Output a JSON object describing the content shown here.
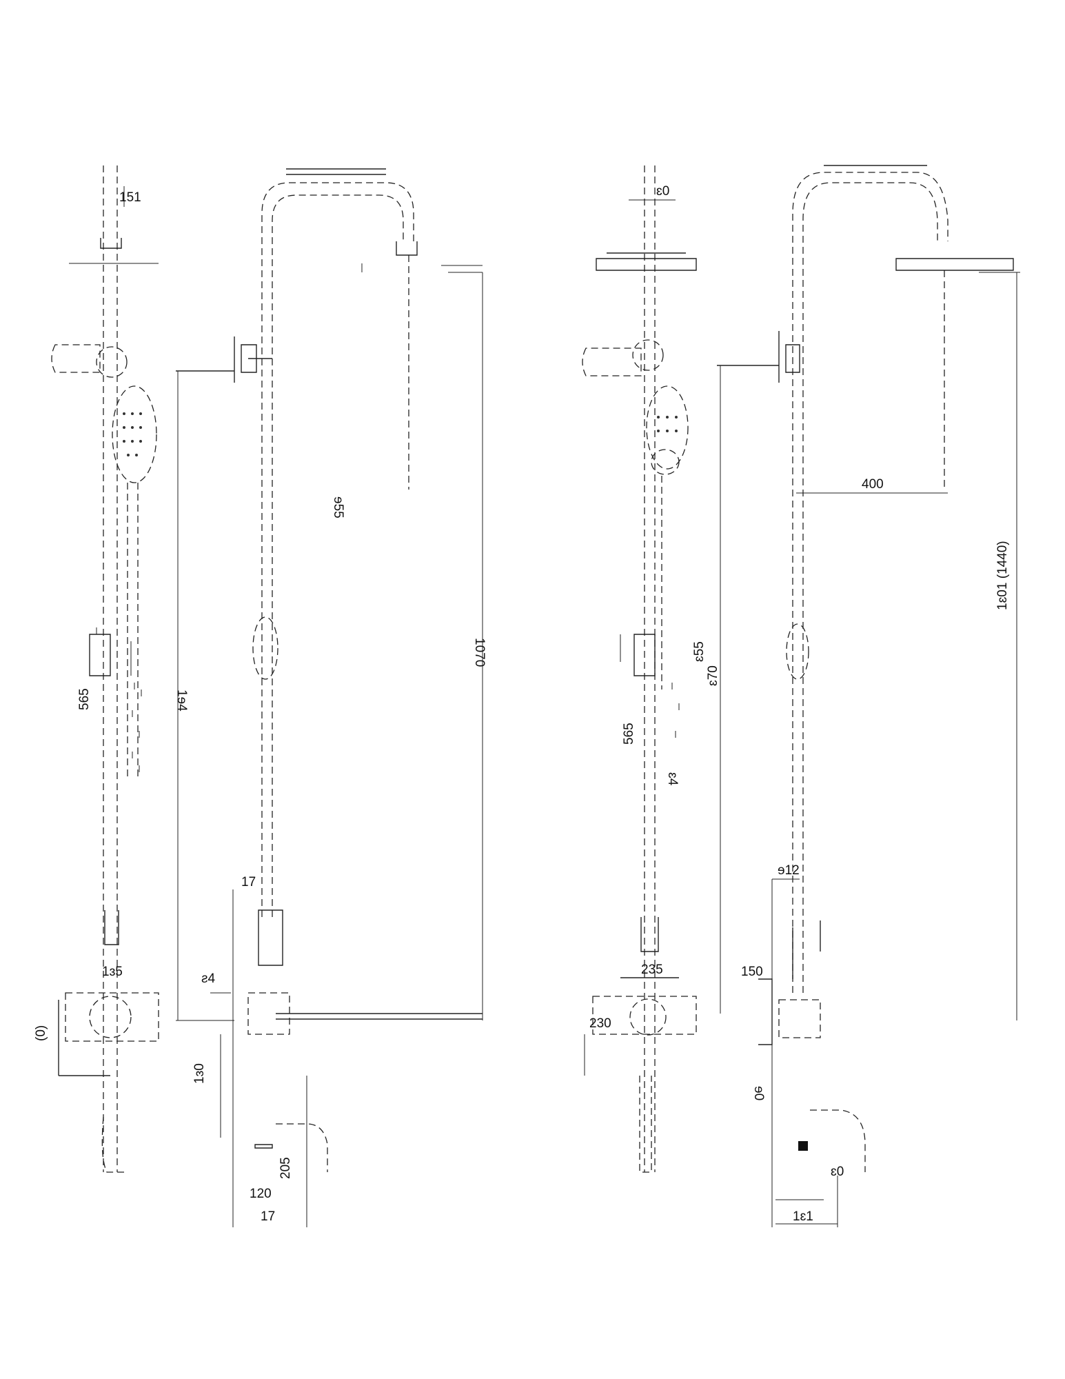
{
  "drawing": {
    "views": [
      {
        "id": "view-1",
        "labels": [
          "151",
          "565",
          "1ɜ5",
          "(0)",
          "1ɜ0",
          "120",
          "17",
          "205"
        ]
      },
      {
        "id": "view-2",
        "labels": [
          "ɘ55",
          "1070",
          "1ɘ4",
          "17",
          "ƨ4"
        ]
      },
      {
        "id": "view-3",
        "labels": [
          "ɛ0",
          "235",
          "565",
          "ɛ55",
          "230",
          "ɛ4"
        ]
      },
      {
        "id": "view-4",
        "labels": [
          "400",
          "1ɛ01 (1440)",
          "ɛ70",
          "ɘ12",
          "150",
          "ɘ0",
          "1ɛ1",
          "ɛ0"
        ]
      }
    ]
  }
}
